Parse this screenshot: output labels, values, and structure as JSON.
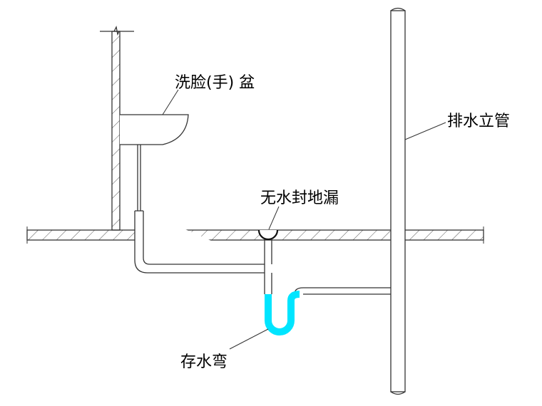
{
  "labels": {
    "basin": "洗脸(手) 盆",
    "riser": "排水立管",
    "floor_drain": "无水封地漏",
    "trap": "存水弯"
  },
  "colors": {
    "water_seal": "#00e5ff",
    "line": "#333333"
  }
}
